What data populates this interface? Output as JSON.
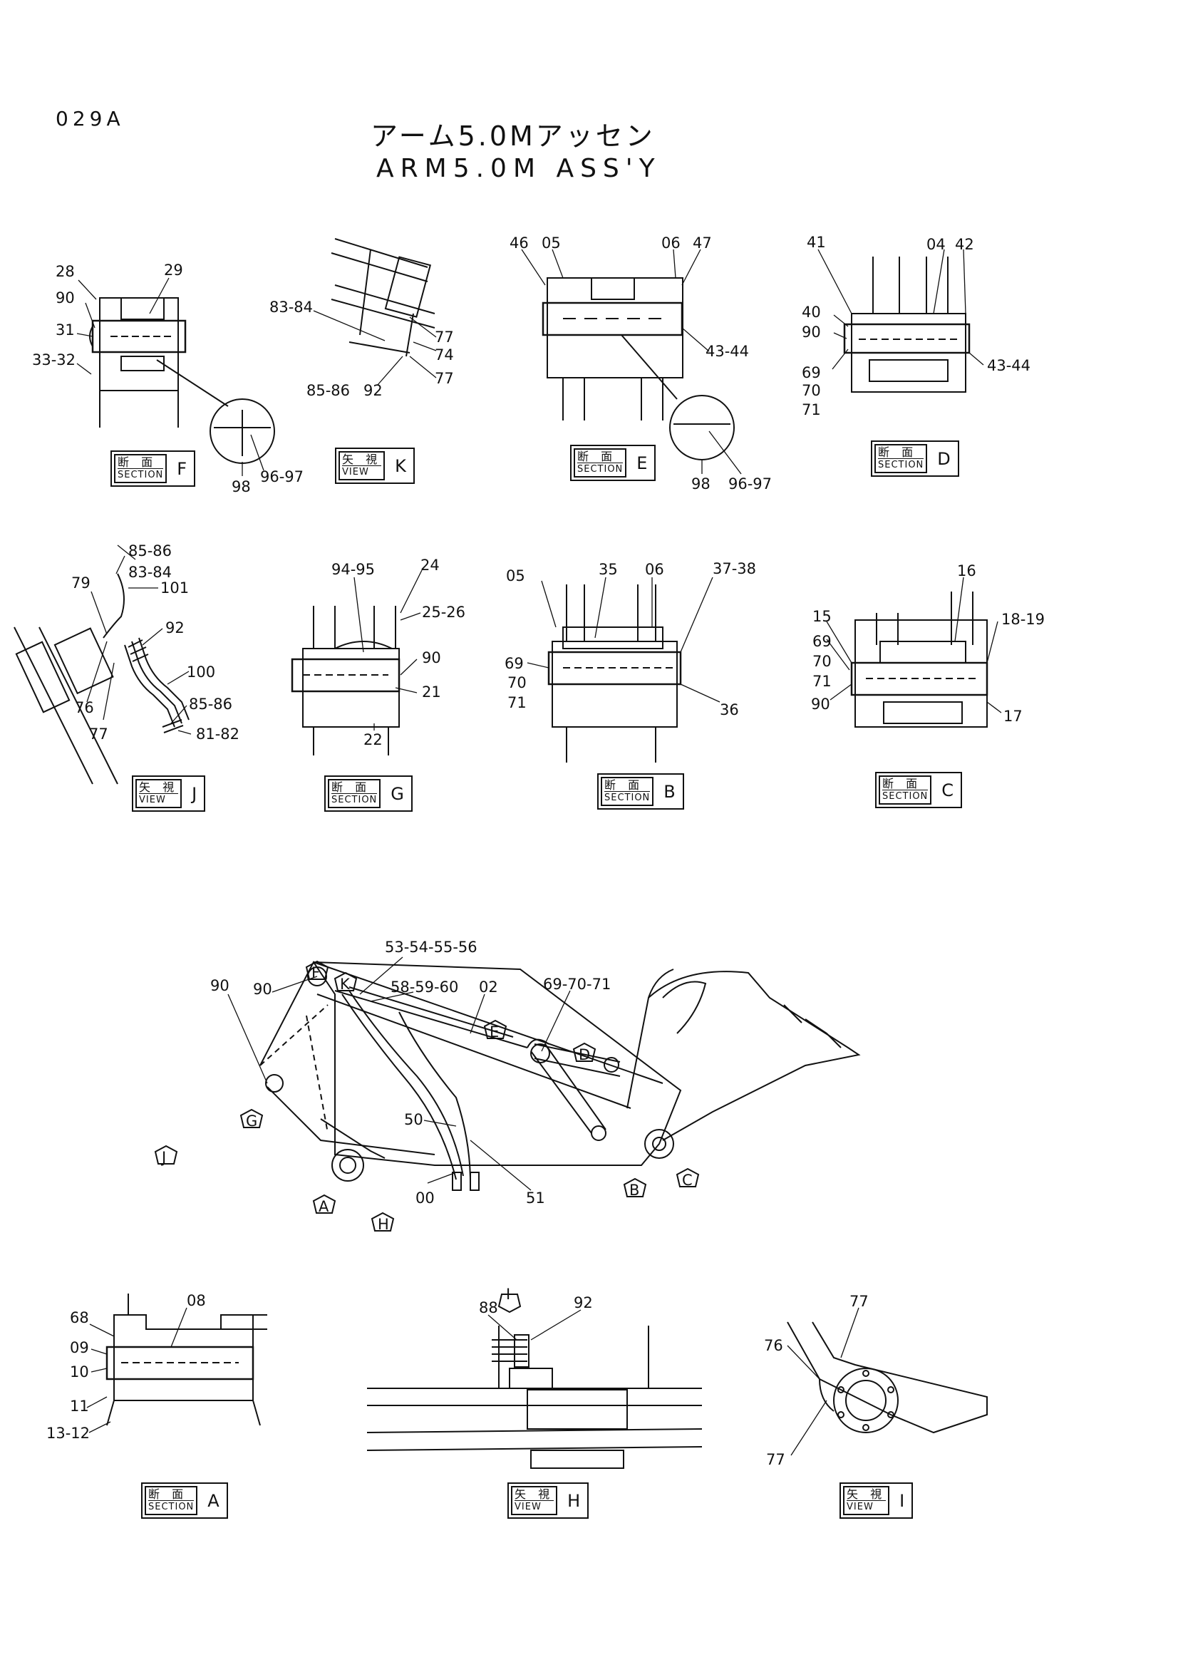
{
  "header": {
    "page_id": "029A",
    "title_jp": "アーム5.0Mアッセン",
    "title_en": "ARM5.0M ASS'Y"
  },
  "captions": {
    "F": {
      "jp": "断 面",
      "en": "SECTION",
      "letter": "F"
    },
    "K": {
      "jp": "矢 視",
      "en": "VIEW",
      "letter": "K"
    },
    "E": {
      "jp": "断 面",
      "en": "SECTION",
      "letter": "E"
    },
    "D": {
      "jp": "断 面",
      "en": "SECTION",
      "letter": "D"
    },
    "J": {
      "jp": "矢 視",
      "en": "VIEW",
      "letter": "J"
    },
    "G": {
      "jp": "断 面",
      "en": "SECTION",
      "letter": "G"
    },
    "B": {
      "jp": "断 面",
      "en": "SECTION",
      "letter": "B"
    },
    "C": {
      "jp": "断 面",
      "en": "SECTION",
      "letter": "C"
    },
    "A": {
      "jp": "断 面",
      "en": "SECTION",
      "letter": "A"
    },
    "H": {
      "jp": "矢 視",
      "en": "VIEW",
      "letter": "H"
    },
    "I": {
      "jp": "矢 視",
      "en": "VIEW",
      "letter": "I"
    }
  },
  "labels": {
    "F": [
      "28",
      "29",
      "90",
      "31",
      "33-32",
      "98",
      "96-97"
    ],
    "K": [
      "83-84",
      "77",
      "74",
      "77",
      "85-86",
      "92"
    ],
    "E": [
      "46",
      "05",
      "06",
      "47",
      "43-44",
      "98",
      "96-97"
    ],
    "D": [
      "41",
      "04",
      "42",
      "40",
      "90",
      "43-44",
      "69",
      "70",
      "71"
    ],
    "J": [
      "85-86",
      "83-84",
      "79",
      "101",
      "92",
      "76",
      "77",
      "100",
      "85-86",
      "81-82"
    ],
    "G": [
      "94-95",
      "24",
      "25-26",
      "90",
      "21",
      "22"
    ],
    "B": [
      "05",
      "35",
      "06",
      "37-38",
      "69",
      "70",
      "71",
      "36"
    ],
    "C": [
      "16",
      "15",
      "69",
      "18-19",
      "70",
      "71",
      "90",
      "17"
    ],
    "main": [
      "53-54-55-56",
      "90",
      "90",
      "58-59-60",
      "02",
      "69-70-71",
      "50",
      "00",
      "51"
    ],
    "markers": [
      "F",
      "K",
      "E",
      "D",
      "G",
      "J",
      "A",
      "H",
      "B",
      "C"
    ],
    "A": [
      "68",
      "08",
      "09",
      "10",
      "11",
      "13-12"
    ],
    "H": [
      "88",
      "92",
      "I"
    ],
    "I": [
      "77",
      "76",
      "77"
    ]
  }
}
